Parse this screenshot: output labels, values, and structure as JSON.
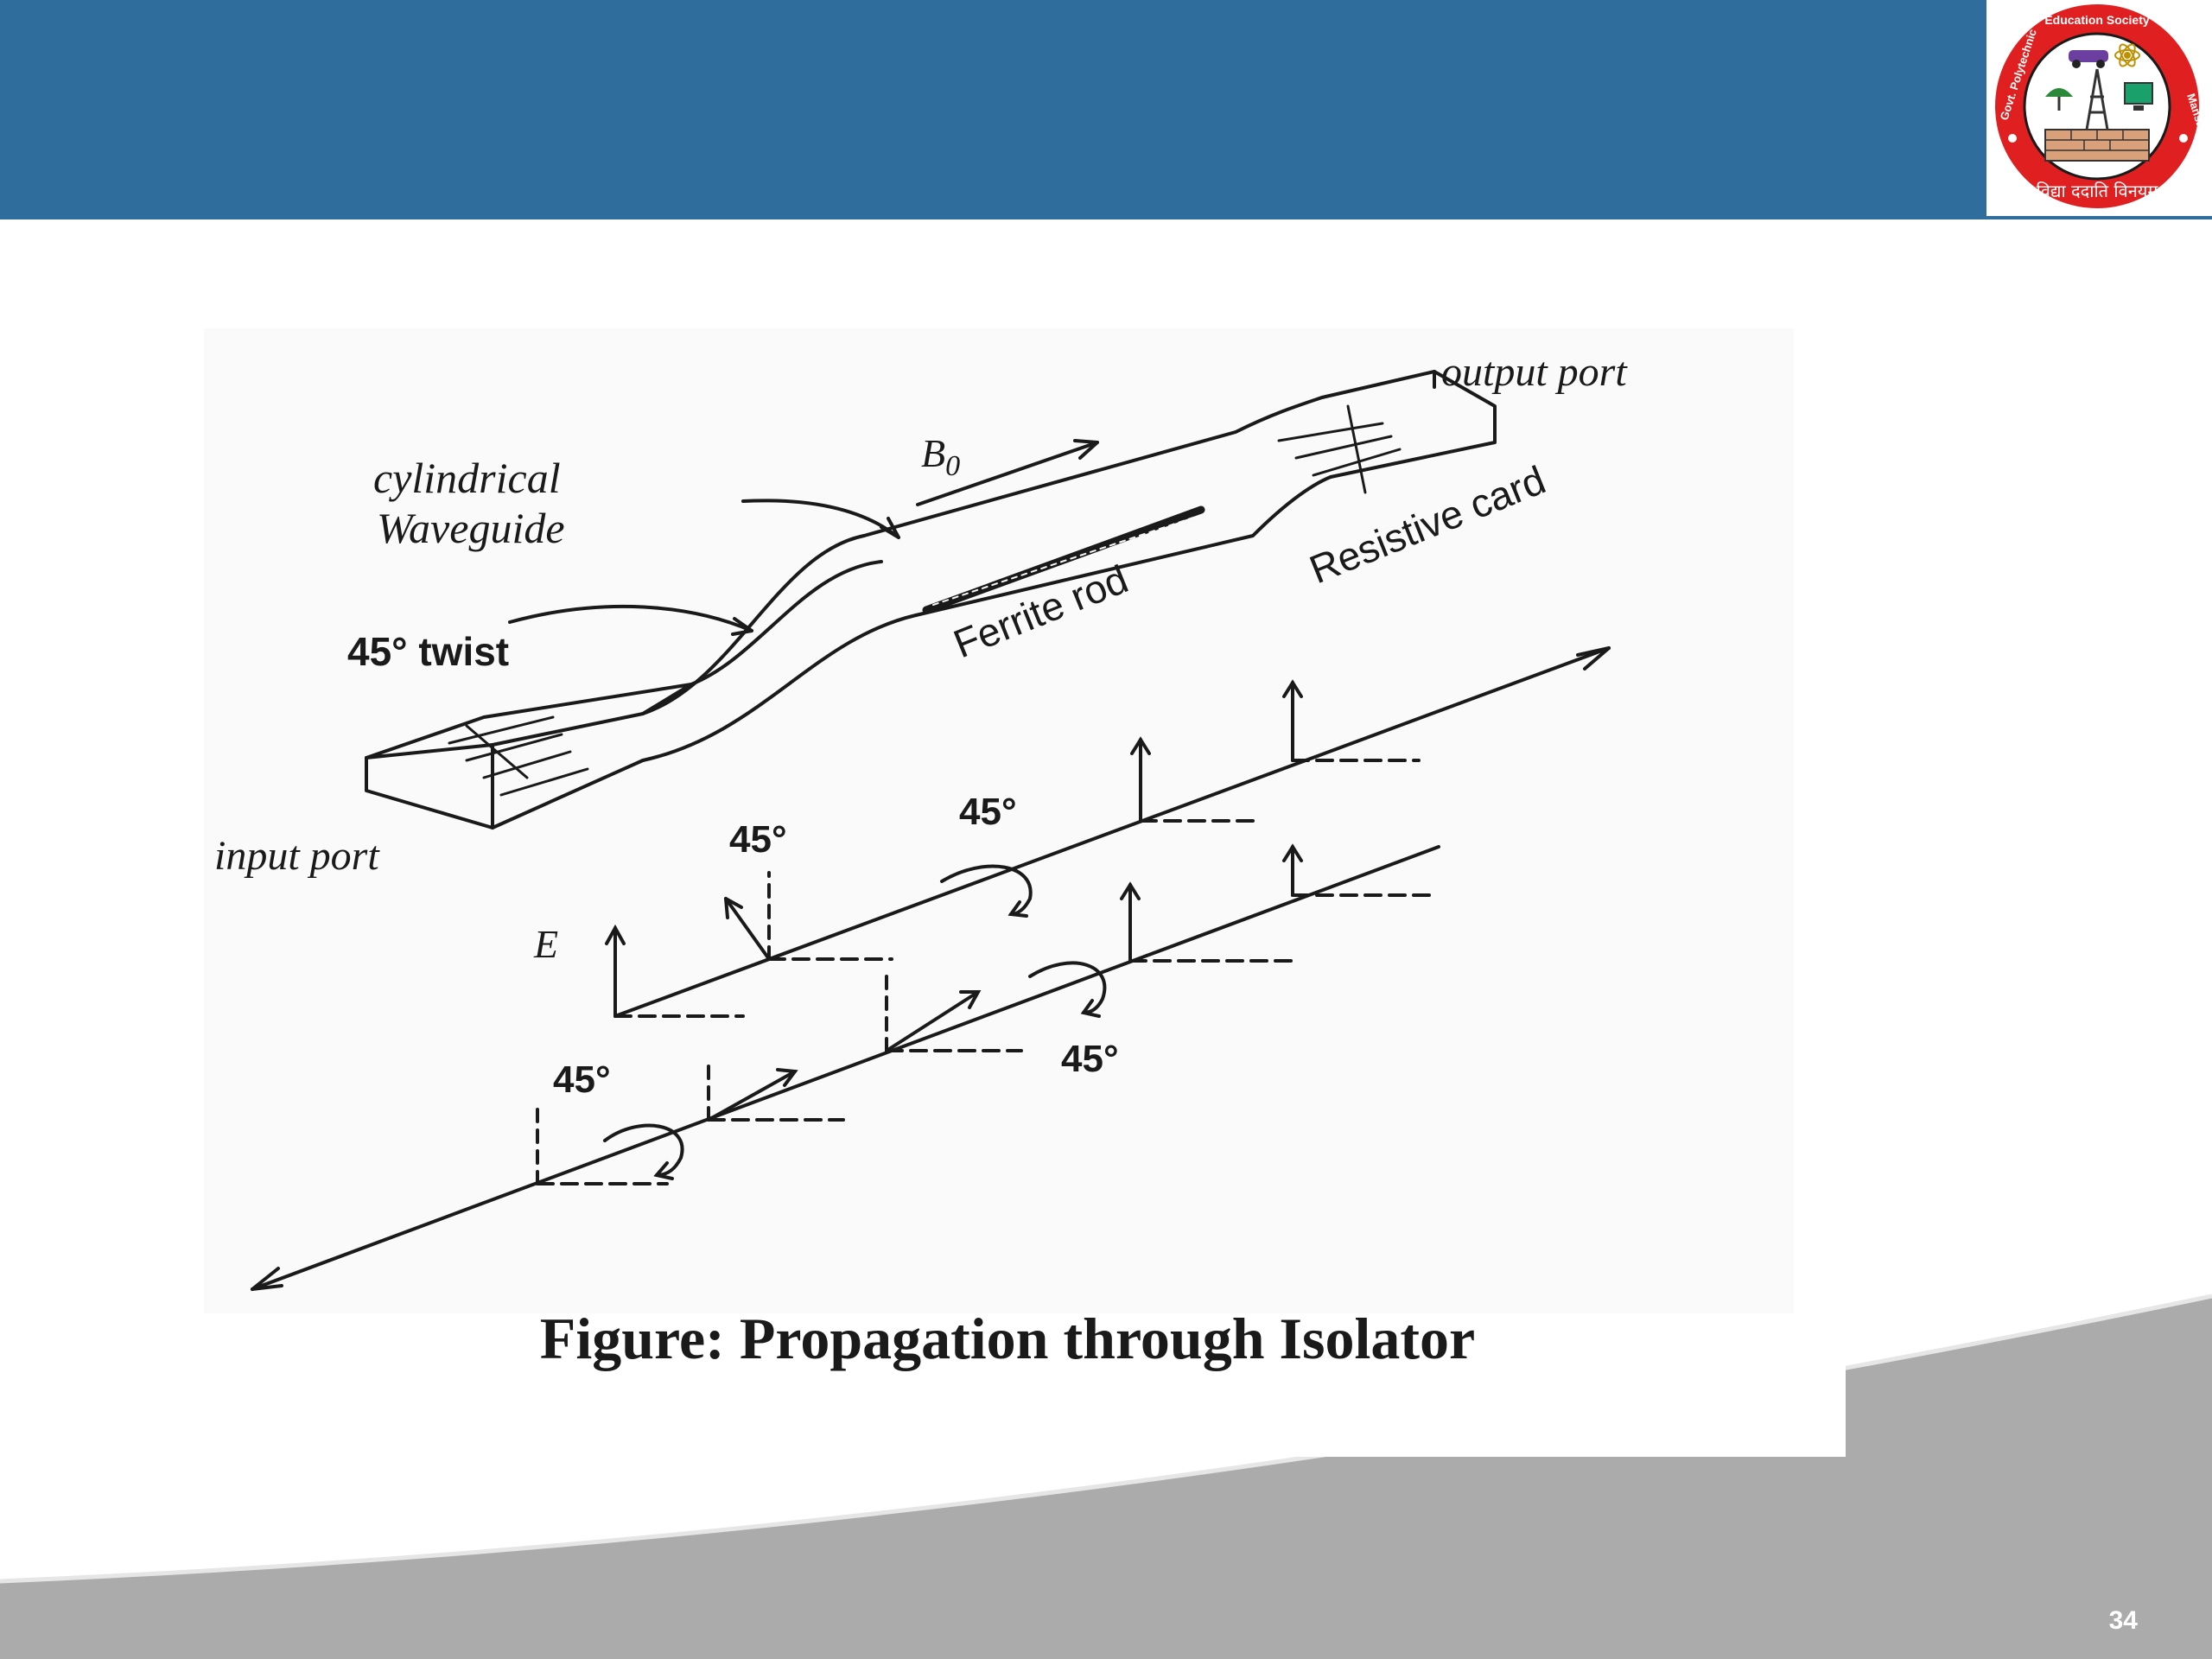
{
  "logo": {
    "ring_text": "Govt. Polytechnic Education Society, Mansar",
    "motto": "विद्या ददाति विनयम्",
    "colors": {
      "ring": "#e02020",
      "inner": "#ffffff",
      "brand_blue": "#2e6d9c"
    }
  },
  "figure": {
    "labels": {
      "output_port": "output port",
      "b0_main": "B",
      "b0_sub": "0",
      "cylindrical": "cylindrical",
      "waveguide": "Waveguide",
      "resistive_card": "Resistive card",
      "ferrite_rod": "Ferrite rod",
      "twist": "45° twist",
      "input_port": "input port",
      "e_field": "E",
      "angle_1": "45°",
      "angle_2": "45°",
      "angle_3": "45°",
      "angle_4": "45°"
    },
    "caption": "Figure: Propagation through Isolator"
  },
  "footer": {
    "page_number": "34"
  }
}
